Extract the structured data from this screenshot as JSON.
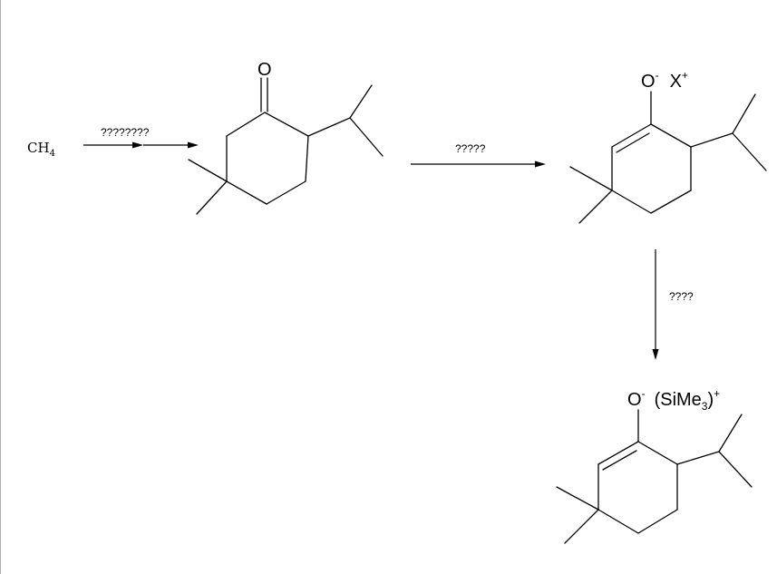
{
  "starting_material": {
    "formula_main": "CH",
    "formula_subscript": "4"
  },
  "step1": {
    "conditions": "????????"
  },
  "step2": {
    "conditions": "?????"
  },
  "step3": {
    "conditions": "????"
  },
  "enolate": {
    "oxygen": "O",
    "oxygen_charge": "-",
    "counterion": "X",
    "counterion_charge": "+"
  },
  "silyl_enolate": {
    "oxygen": "O",
    "oxygen_charge": "-",
    "counterion_open": "(SiMe",
    "counterion_subscript": "3",
    "counterion_close": ")",
    "counterion_charge": "+"
  },
  "ketone": {
    "carbonyl_oxygen": "O"
  },
  "colors": {
    "ink": "#000000",
    "background": "#ffffff"
  }
}
